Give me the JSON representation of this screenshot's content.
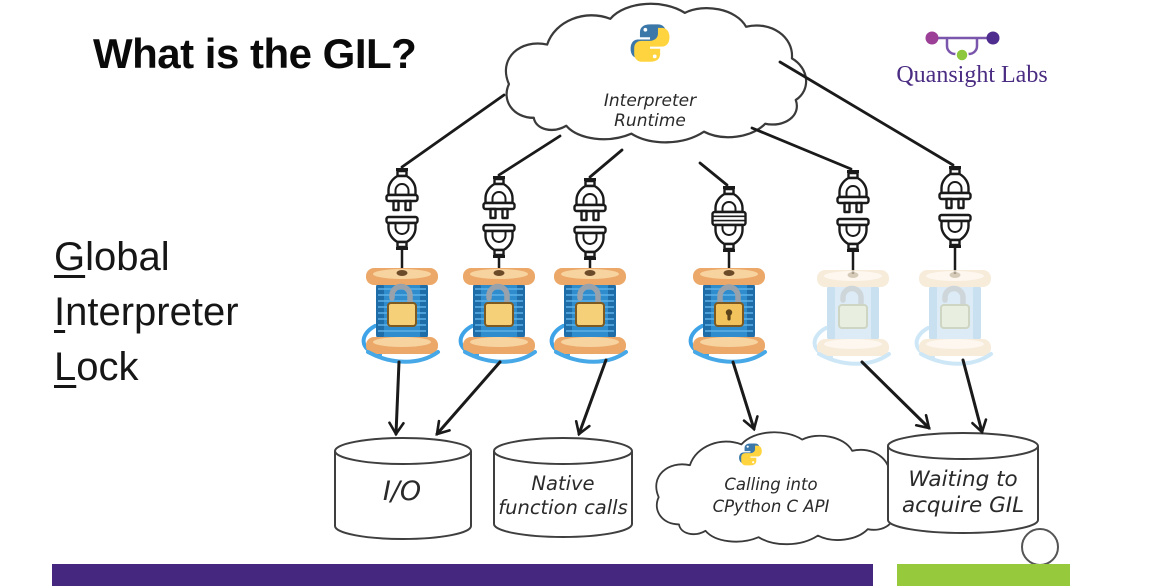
{
  "slide": {
    "title": "What is the GIL?",
    "acronym": {
      "lines": [
        {
          "first": "G",
          "rest": "lobal"
        },
        {
          "first": "I",
          "rest": "nterpreter"
        },
        {
          "first": "L",
          "rest": "ock"
        }
      ]
    },
    "brand": {
      "name": "Quansight Labs",
      "text_color": "#4b2c83",
      "dot_colors": {
        "left": "#9c3f96",
        "right": "#4f2d8f",
        "bottom": "#8dc63f"
      }
    },
    "diagram": {
      "runtime_cloud": {
        "label_line1": "Interpreter",
        "label_line2": "Runtime",
        "icon": "python-logo"
      },
      "threads": [
        {
          "id": 1,
          "connector": "unplugged",
          "lock": "open",
          "state": "active"
        },
        {
          "id": 2,
          "connector": "unplugged",
          "lock": "open",
          "state": "active"
        },
        {
          "id": 3,
          "connector": "unplugged",
          "lock": "open",
          "state": "active"
        },
        {
          "id": 4,
          "connector": "plugged",
          "lock": "closed",
          "state": "holds-gil"
        },
        {
          "id": 5,
          "connector": "unplugged",
          "lock": "open",
          "state": "waiting"
        },
        {
          "id": 6,
          "connector": "unplugged",
          "lock": "open",
          "state": "waiting"
        }
      ],
      "destinations": [
        {
          "type": "cylinder",
          "lines": [
            "I/O",
            ""
          ]
        },
        {
          "type": "cylinder",
          "lines": [
            "Native",
            "function calls"
          ]
        },
        {
          "type": "cloud",
          "lines": [
            "Calling into",
            "CPython C API"
          ],
          "icon": "python-logo"
        },
        {
          "type": "cylinder",
          "lines": [
            "Waiting to",
            "acquire GIL"
          ]
        }
      ]
    },
    "python_logo_colors": {
      "blue": "#3b77a8",
      "yellow": "#ffd43e"
    },
    "footer": {
      "purple_bar_color": "#46277f",
      "green_bar_color": "#97c93d"
    }
  }
}
